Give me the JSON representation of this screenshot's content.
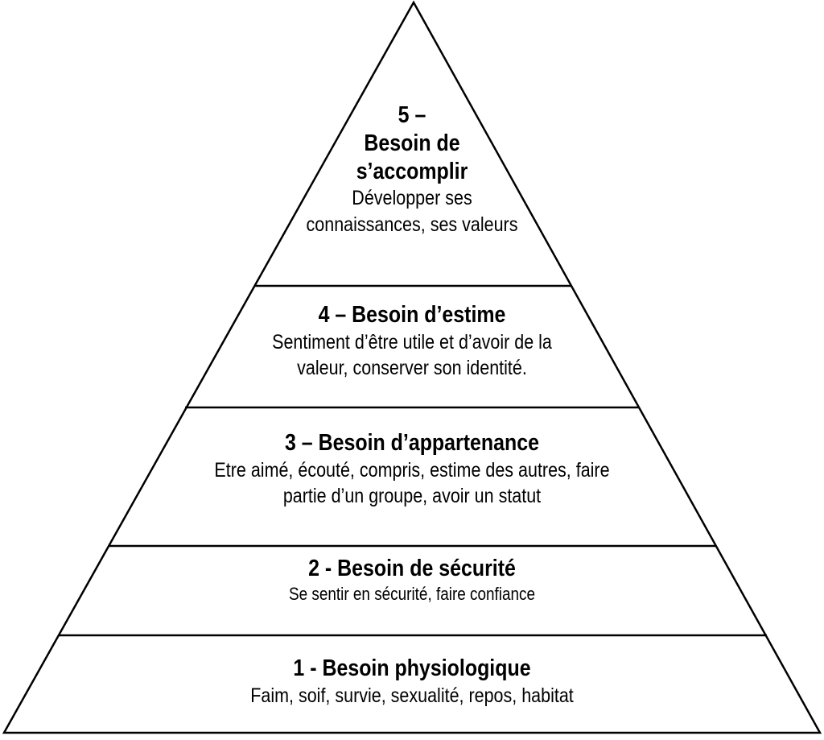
{
  "pyramid": {
    "levels": [
      {
        "title": "5 –\nBesoin de\ns’accomplir",
        "description": "Développer ses\nconnaissances, ses valeurs"
      },
      {
        "title": "4 – Besoin d’estime",
        "description": "Sentiment d’être utile et d’avoir de la\nvaleur, conserver son identité."
      },
      {
        "title": "3 – Besoin d’appartenance",
        "description": "Etre aimé, écouté, compris, estime des autres, faire\npartie d’un groupe, avoir un statut"
      },
      {
        "title": "2 - Besoin de sécurité",
        "description": "Se sentir en sécurité, faire confiance"
      },
      {
        "title": "1 - Besoin physiologique",
        "description": "Faim, soif, survie, sexualité, repos, habitat"
      }
    ]
  }
}
